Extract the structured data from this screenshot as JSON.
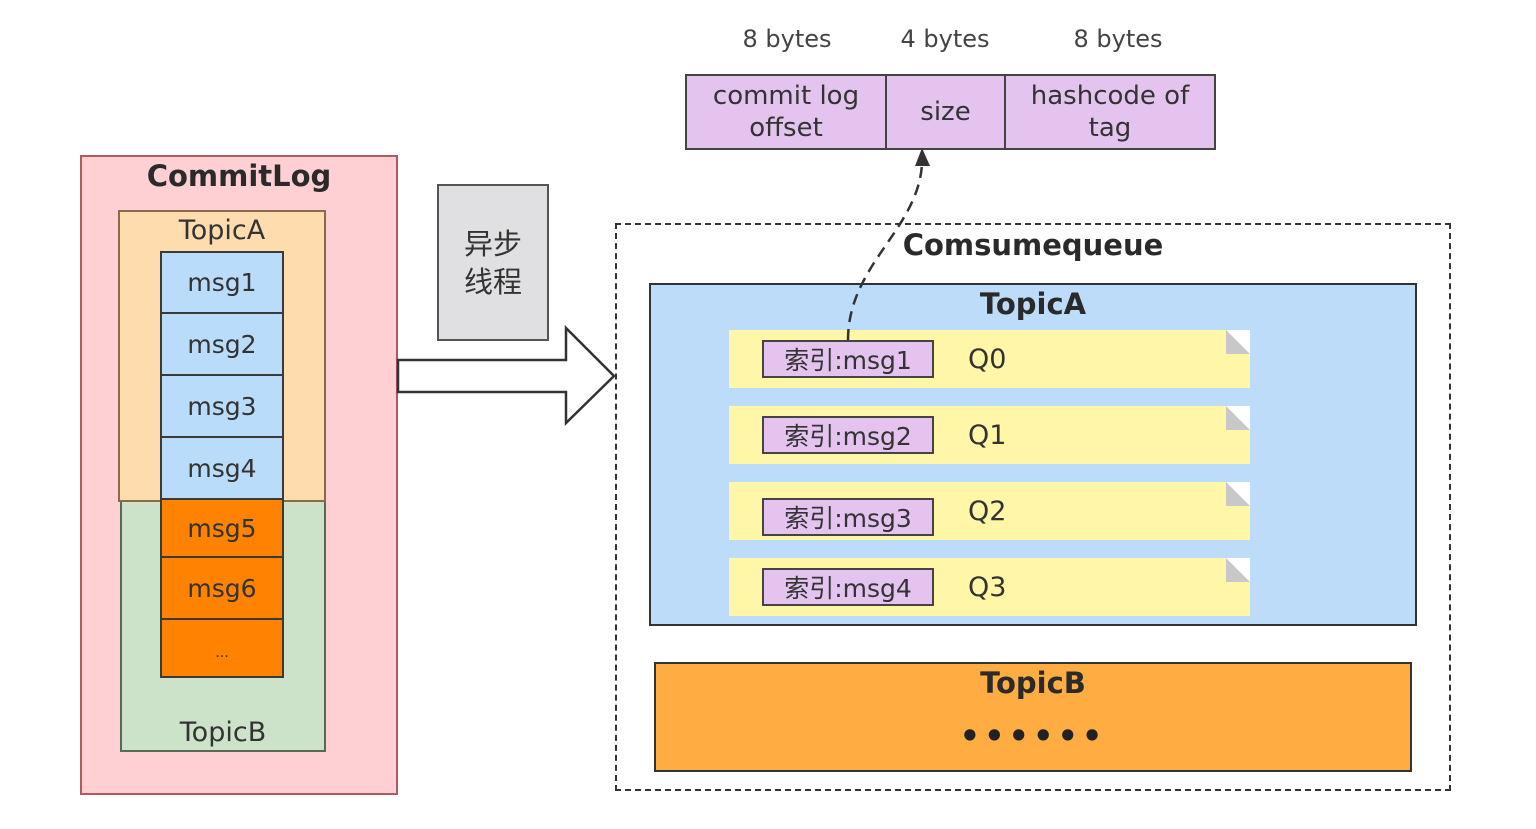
{
  "commitlog": {
    "title": "CommitLog",
    "topicA_label": "TopicA",
    "topicB_label": "TopicB",
    "messages": [
      "msg1",
      "msg2",
      "msg3",
      "msg4",
      "msg5",
      "msg6",
      "..."
    ]
  },
  "async_thread": {
    "line1": "异步",
    "line2": "线程"
  },
  "entry_format": {
    "sizes": [
      "8 bytes",
      "4 bytes",
      "8 bytes"
    ],
    "fields": [
      {
        "line1": "commit log",
        "line2": "offset"
      },
      {
        "line1": "size",
        "line2": ""
      },
      {
        "line1": "hashcode of",
        "line2": "tag"
      }
    ]
  },
  "consumequeue": {
    "title": "Comsumequeue",
    "topicA": {
      "title": "TopicA",
      "entries": [
        {
          "index": "索引:msg1",
          "queue": "Q0"
        },
        {
          "index": "索引:msg2",
          "queue": "Q1"
        },
        {
          "index": "索引:msg3",
          "queue": "Q2"
        },
        {
          "index": "索引:msg4",
          "queue": "Q3"
        }
      ]
    },
    "topicB": {
      "title": "TopicB",
      "dots": "••••••"
    }
  },
  "colors": {
    "commitlog_bg": "#ffd0d3",
    "topicA_bg": "#ffdcae",
    "topicB_bg": "#cce2c9",
    "msg_blue": "#b8dcfa",
    "msg_orange": "#ff8200",
    "entry_purple": "#e5c3ef",
    "cq_topicA_bg": "#bcdcfa",
    "note_yellow": "#fff6a8",
    "cq_topicB_bg": "#ffad42"
  }
}
